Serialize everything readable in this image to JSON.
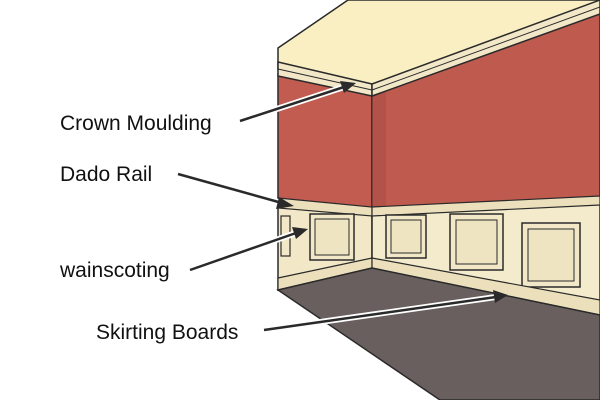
{
  "labels": {
    "crown": "Crown Moulding",
    "dado": "Dado Rail",
    "wainscoting": "wainscoting",
    "skirting": "Skirting Boards"
  },
  "colors": {
    "ceiling": "#f9efc2",
    "wall": "#c25b50",
    "wall_shade": "#a84a42",
    "panel": "#f2e8c8",
    "panel_shade": "#d9cca6",
    "floor": "#6a5f5f",
    "outline": "#2a2a2a",
    "arrow": "#2a2a2a"
  }
}
